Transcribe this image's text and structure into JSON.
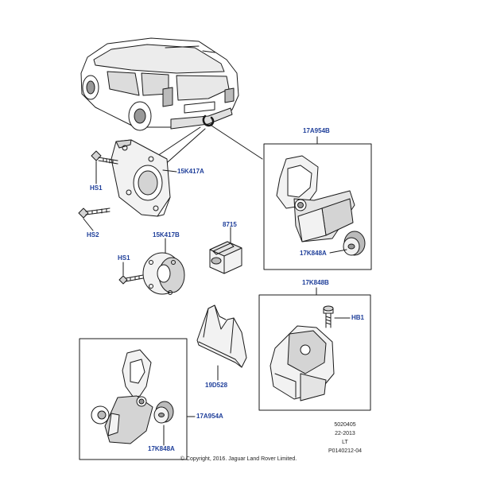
{
  "labels": {
    "tow_bar_upper": "17A954B",
    "bracket_plate": "15K417A",
    "bolt_hs1_top": "HS1",
    "bolt_hs2": "HS2",
    "socket_8715": "8715",
    "spacer_15k417b": "15K417B",
    "bolt_hs1_mid": "HS1",
    "pin_lock_upper": "17K848A",
    "hitch_assy": "17K848B",
    "bolt_hb1": "HB1",
    "cover_19d528": "19D528",
    "tow_bar_lower": "17A954A",
    "pin_lock_lower": "17K848A"
  },
  "meta": {
    "ref_number": "5020405",
    "date_code": "22-2013",
    "lt_code": "LT",
    "plate_code": "P0140212-04",
    "copyright": "© Copyright, 2016. Jaguar Land Rover Limited."
  },
  "colors": {
    "label_blue": "#1f3f9a",
    "line": "#1a1a1a",
    "shade": "#d4d4d4"
  }
}
